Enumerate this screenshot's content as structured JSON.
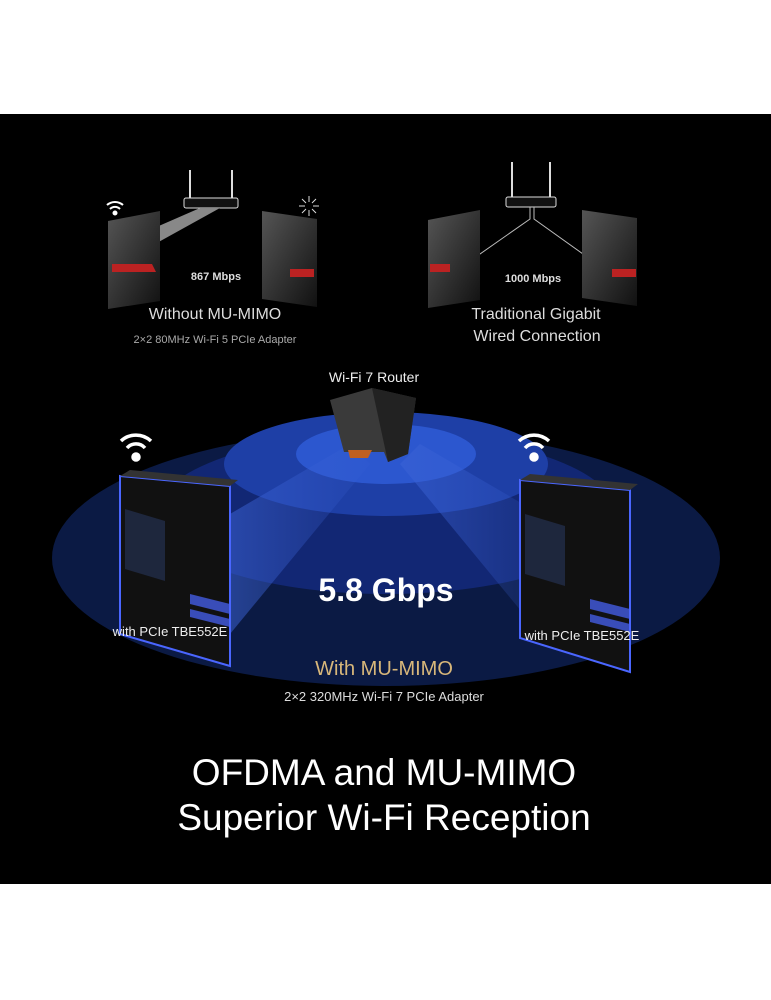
{
  "colors": {
    "background": "#000000",
    "accent_gold": "#d8b77a",
    "signal_blue": "#3b63d6"
  },
  "top_left": {
    "speed": "867 Mbps",
    "title": "Without MU-MIMO",
    "subtitle": "2×2 80MHz Wi-Fi 5 PCIe Adapter"
  },
  "top_right": {
    "speed": "1000 Mbps",
    "title_line1": "Traditional Gigabit",
    "title_line2": "Wired Connection"
  },
  "main": {
    "router_label": "Wi-Fi 7 Router",
    "speed": "5.8 Gbps",
    "left_pc_label": "with PCIe TBE552E",
    "right_pc_label": "with PCIe TBE552E",
    "title": "With MU-MIMO",
    "subtitle": "2×2 320MHz Wi-Fi 7 PCIe Adapter"
  },
  "headline": {
    "line1": "OFDMA and MU-MIMO",
    "line2": "Superior Wi-Fi Reception"
  }
}
